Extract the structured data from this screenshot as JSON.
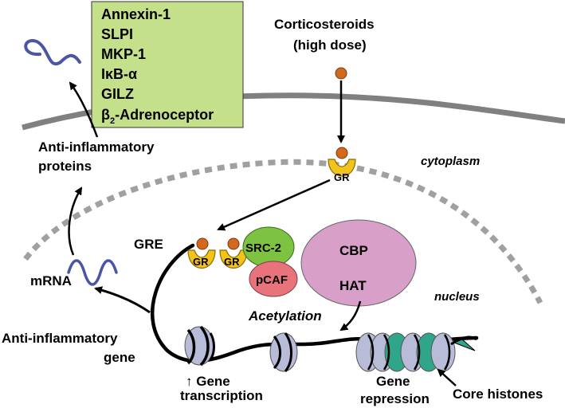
{
  "protein_box": {
    "items": [
      "Annexin-1",
      "SLPI",
      "MKP-1",
      "IκB-α",
      "GILZ",
      "β2-Adrenoceptor"
    ],
    "color": "#c5e08a"
  },
  "labels": {
    "corticosteroids_line1": "Corticosteroids",
    "corticosteroids_line2": "(high dose)",
    "anti_proteins_line1": "Anti-inflammatory",
    "anti_proteins_line2": "proteins",
    "cytoplasm": "cytoplasm",
    "nucleus": "nucleus",
    "gre": "GRE",
    "gr": "GR",
    "src2": "SRC-2",
    "pcaf": "pCAF",
    "cbp": "CBP",
    "hat": "HAT",
    "mrna": "mRNA",
    "acetylation": "Acetylation",
    "anti_gene_line1": "Anti-inflammatory",
    "anti_gene_line2": "gene",
    "gene_transcription_line1": "↑ Gene",
    "gene_transcription_line2": "transcription",
    "gene_repression_line1": "Gene",
    "gene_repression_line2": "repression",
    "core_histones": "Core histones"
  },
  "colors": {
    "membrane": "#808080",
    "nuclear_envelope": "#a0a0a0",
    "gr": "#f2c31a",
    "steroid": "#d2691e",
    "src2": "#7ec242",
    "pcaf": "#e8737d",
    "cbp": "#d8a0c8",
    "mrna": "#4b55a5",
    "histone": "#b8bcd8",
    "histone_repressed_band": "#2fa58a"
  }
}
